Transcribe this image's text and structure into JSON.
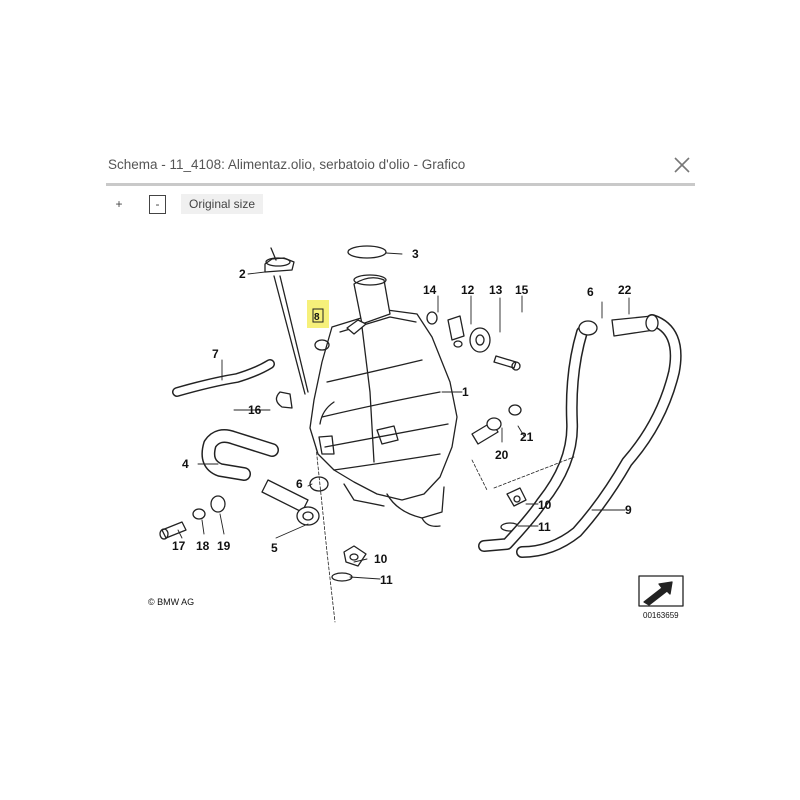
{
  "window": {
    "title": "Schema - 11_4108: Alimentaz.olio, serbatoio d'olio - Grafico",
    "close_icon": "close-icon"
  },
  "toolbar": {
    "zoom_in_label": "+",
    "zoom_out_label": "-",
    "original_size_label": "Original size"
  },
  "diagram": {
    "copyright": "© BMW AG",
    "drawing_number": "00163659",
    "highlight_color": "#f6f07a",
    "callouts": {
      "c1": "1",
      "c2": "2",
      "c3": "3",
      "c4": "4",
      "c5": "5",
      "c6a": "6",
      "c6b": "6",
      "c7": "7",
      "c8": "8",
      "c9": "9",
      "c10a": "10",
      "c10b": "10",
      "c11a": "11",
      "c11b": "11",
      "c12": "12",
      "c13": "13",
      "c14": "14",
      "c15": "15",
      "c16": "16",
      "c17": "17",
      "c18": "18",
      "c19": "19",
      "c20": "20",
      "c21": "21",
      "c22": "22"
    }
  }
}
